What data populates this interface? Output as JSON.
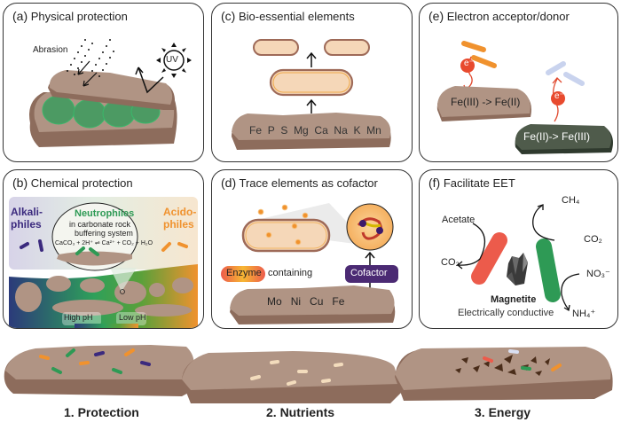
{
  "panels": {
    "a": {
      "letter": "(a)",
      "title": "Physical protection",
      "abrasion_label": "Abrasion",
      "uv_label": "UV"
    },
    "b": {
      "letter": "(b)",
      "title": "Chemical protection",
      "alkaliphiles": [
        "Alkali-",
        "philes"
      ],
      "acidophiles": [
        "Acido-",
        "philes"
      ],
      "neutrophiles": "Neutrophiles",
      "neutro_sub1": "in carbonate rock",
      "neutro_sub2": "buffering system",
      "equation": "CaCO₃ + 2H⁺ ⇌ Ca²⁺ + CO₂ + H₂O",
      "high_ph": "High pH",
      "low_ph": "Low pH"
    },
    "c": {
      "letter": "(c)",
      "title": "Bio-essential elements",
      "elements": [
        "Fe",
        "P",
        "S",
        "Mg",
        "Ca",
        "Na",
        "K",
        "Mn"
      ]
    },
    "d": {
      "letter": "(d)",
      "title": "Trace elements as cofactor",
      "enzyme": "Enzyme",
      "containing": "containing",
      "cofactor": "Cofactor",
      "elements": [
        "Mo",
        "Ni",
        "Cu",
        "Fe"
      ]
    },
    "e": {
      "letter": "(e)",
      "title": "Electron acceptor/donor",
      "electron": "e⁻",
      "reaction1": "Fe(III) -> Fe(II)",
      "reaction2": "Fe(II)-> Fe(III)"
    },
    "f": {
      "letter": "(f)",
      "title": "Facilitate EET",
      "acetate": "Acetate",
      "co2_left": "CO₂",
      "ch4": "CH₄",
      "co2_right": "CO₂",
      "no3": "NO₃⁻",
      "nh4": "NH₄⁺",
      "magnetite": "Magnetite",
      "conductive": "Electrically conductive"
    }
  },
  "bottom": {
    "captions": [
      "1. Protection",
      "2. Nutrients",
      "3. Energy"
    ]
  },
  "colors": {
    "rock_top": "#b09484",
    "rock_side": "#8d6c5c",
    "green": "#2e9a55",
    "purple": "#3b2a7e",
    "orange": "#f0922e",
    "cell_fill": "#f5d7b8",
    "cell_border": "#9e6a58",
    "red": "#ec5b4b",
    "lightblue": "#c9d3ee",
    "dark_rock": "#4f5b4b",
    "cofactor": "#4b2a73"
  }
}
